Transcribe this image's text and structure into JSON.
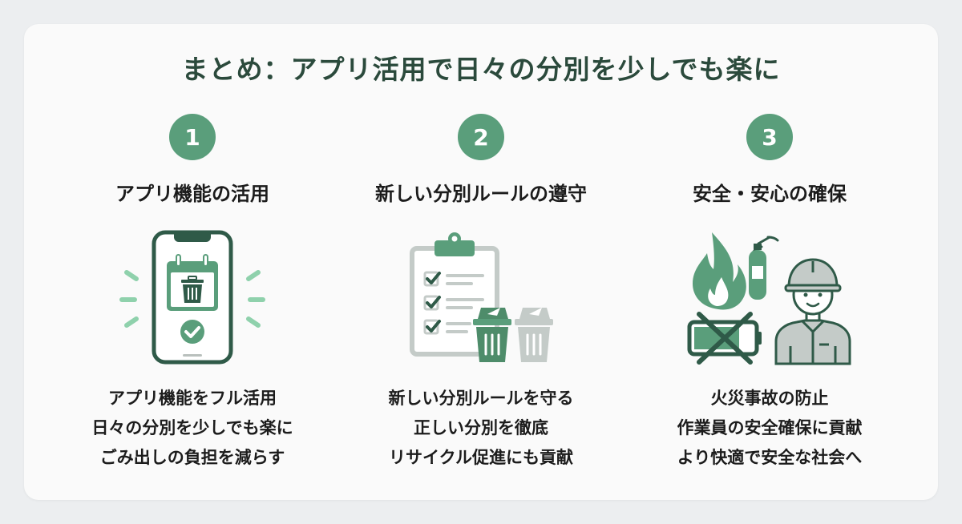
{
  "title": "まとめ：アプリ活用で日々の分別を少しでも楽に",
  "colors": {
    "accent_green": "#5a9e7b",
    "dark_green": "#2f5a48",
    "light_green": "#8fd1ac",
    "gray": "#c4cbc8",
    "title_color": "#2b4a3c",
    "background": "#eceef0",
    "card": "#fafafa"
  },
  "sections": [
    {
      "number": "1",
      "heading": "アプリ機能の活用",
      "icon": "smartphone-calendar-trash-check-icon",
      "lines": [
        "アプリ機能をフル活用",
        "日々の分別を少しでも楽に",
        "ごみ出しの負担を減らす"
      ]
    },
    {
      "number": "2",
      "heading": "新しい分別ルールの遵守",
      "icon": "clipboard-checklist-trash-bins-icon",
      "lines": [
        "新しい分別ルールを守る",
        "正しい分別を徹底",
        "リサイクル促進にも貢献"
      ]
    },
    {
      "number": "3",
      "heading": "安全・安心の確保",
      "icon": "fire-extinguisher-battery-worker-icon",
      "lines": [
        "火災事故の防止",
        "作業員の安全確保に貢献",
        "より快適で安全な社会へ"
      ]
    }
  ]
}
